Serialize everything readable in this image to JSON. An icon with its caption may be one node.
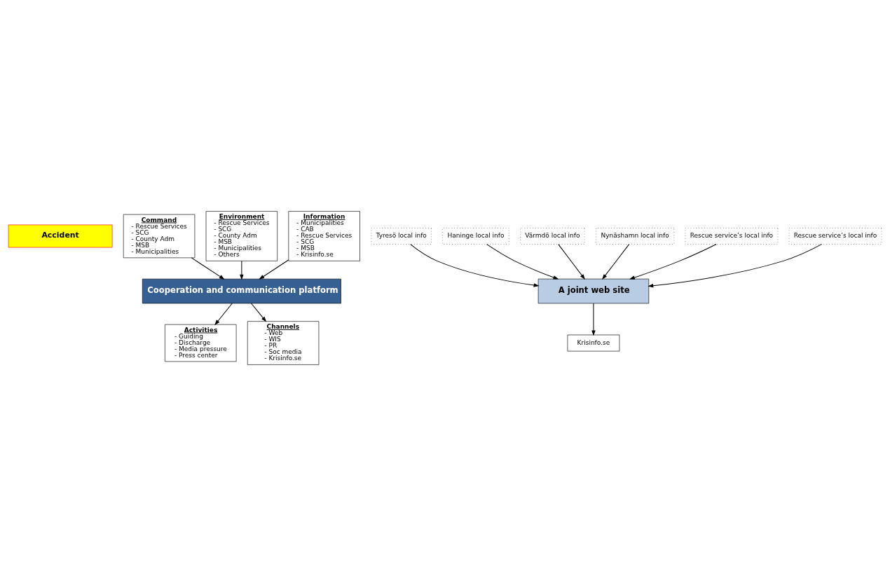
{
  "diagram": {
    "nodes": [
      {
        "text": [
          "Accident"
        ]
      },
      {
        "text": [
          "Command",
          "- Rescue Services",
          "- SCG",
          "- County Adm",
          "- MSB",
          "- Municipalities"
        ]
      },
      {
        "text": [
          "Environment",
          "- Rescue Services",
          "- SCG",
          "- County Adm",
          "- MSB",
          "- Municipalities",
          "- Others"
        ]
      },
      {
        "text": [
          "Information",
          "- Municipalities",
          "- CAB",
          "- Rescue Services",
          "- SCG",
          "- MSB",
          "- Krisinfo.se"
        ]
      },
      {
        "text": [
          "Cooperation and communication platform"
        ]
      },
      {
        "text": [
          "Activities",
          "- Guiding",
          "- Discharge",
          "- Media pressure",
          "- Press center"
        ]
      },
      {
        "text": [
          "Channels",
          "- Web",
          "- WIS",
          "- PR",
          "- Soc media",
          "- Krisinfo.se"
        ]
      },
      {
        "text": [
          "Tyresö local info"
        ]
      },
      {
        "text": [
          "Haninge local info"
        ]
      },
      {
        "text": [
          "Värmdö local info"
        ]
      },
      {
        "text": [
          "Nynäshamn local info"
        ]
      },
      {
        "text": [
          "A joint web site"
        ]
      },
      {
        "text": [
          "Rescue service’s local info"
        ]
      },
      {
        "text": [
          "Rescue service’s local info"
        ]
      },
      {
        "text": [
          "Krisinfo.se"
        ]
      }
    ],
    "edges": [
      {
        "from": 1,
        "to": 4,
        "arrow": "to"
      },
      {
        "from": 2,
        "to": 4,
        "arrow": "to"
      },
      {
        "from": 3,
        "to": 4,
        "arrow": "to"
      },
      {
        "from": 4,
        "to": 5,
        "arrow": "to"
      },
      {
        "from": 4,
        "to": 6,
        "arrow": "to"
      },
      {
        "from": 9,
        "to": 11,
        "arrow": "to"
      },
      {
        "from": 7,
        "to": 11,
        "arrow": "to"
      },
      {
        "from": 8,
        "to": 11,
        "arrow": "to"
      },
      {
        "from": 10,
        "to": 11,
        "arrow": "to"
      },
      {
        "from": 12,
        "to": 11,
        "arrow": "to"
      },
      {
        "from": 13,
        "to": 11,
        "arrow": "to"
      },
      {
        "from": 11,
        "to": 14,
        "arrow": "to"
      }
    ]
  }
}
